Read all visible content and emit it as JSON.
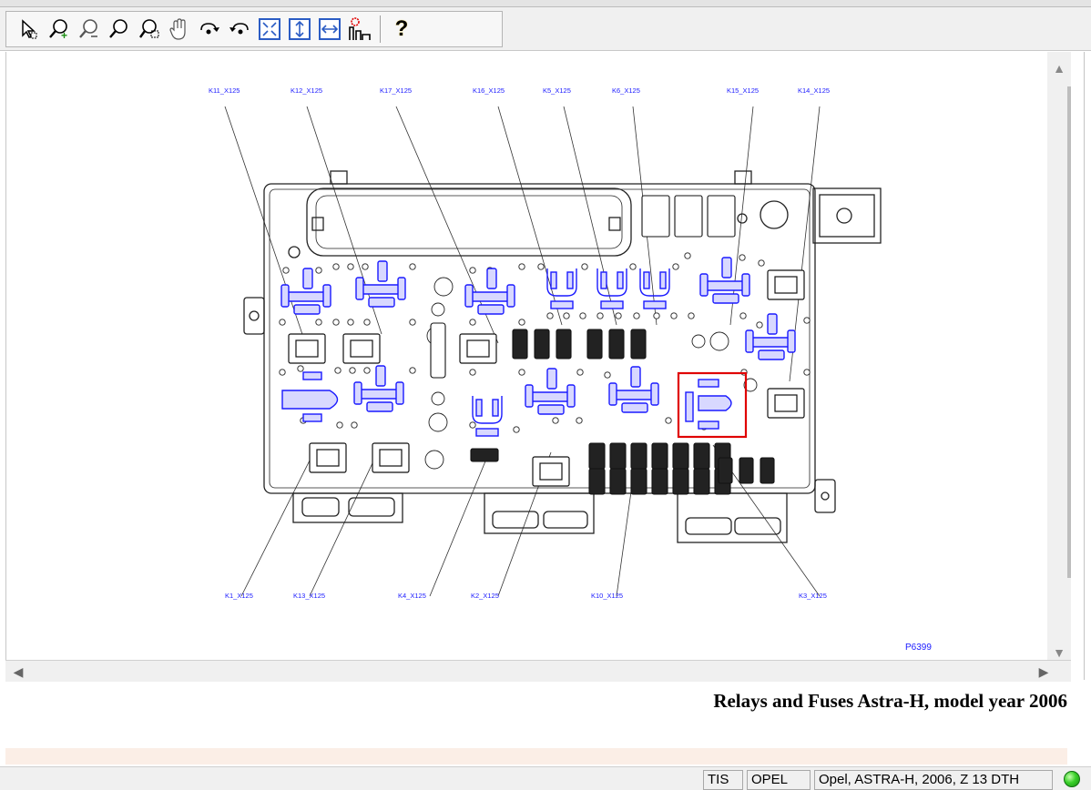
{
  "toolbar": {
    "tools": [
      {
        "name": "select-pointer",
        "glyph": "⬉"
      },
      {
        "name": "zoom-in",
        "glyph": "⊕"
      },
      {
        "name": "zoom-out",
        "glyph": "⊖"
      },
      {
        "name": "zoom",
        "glyph": "⚲"
      },
      {
        "name": "zoom-window",
        "glyph": "⚲"
      },
      {
        "name": "pan-hand",
        "glyph": "✋"
      },
      {
        "name": "rotate-right",
        "glyph": "↷"
      },
      {
        "name": "rotate-left",
        "glyph": "↶"
      },
      {
        "name": "fit-all",
        "glyph": "⤢"
      },
      {
        "name": "fit-height",
        "glyph": "↕"
      },
      {
        "name": "fit-width",
        "glyph": "↔"
      },
      {
        "name": "highlight",
        "glyph": "✷"
      }
    ],
    "help_glyph": "?"
  },
  "diagram": {
    "labels_top": [
      "K11_X125",
      "K12_X125",
      "K17_X125",
      "K16_X125",
      "K5_X125",
      "K6_X125",
      "K15_X125",
      "K14_X125"
    ],
    "labels_bottom": [
      "K1_X125",
      "K13_X125",
      "K4_X125",
      "K2_X125",
      "K10_X125",
      "K3_X125"
    ],
    "figure_id": "P6399",
    "line_color": "#000000",
    "relay_color": "#1a1aff",
    "highlight_color": "#e00000"
  },
  "caption": "Relays and Fuses Astra-H, model year 2006",
  "status": {
    "app": "TIS",
    "brand": "OPEL",
    "vehicle": "Opel, ASTRA-H, 2006, Z 13 DTH"
  }
}
